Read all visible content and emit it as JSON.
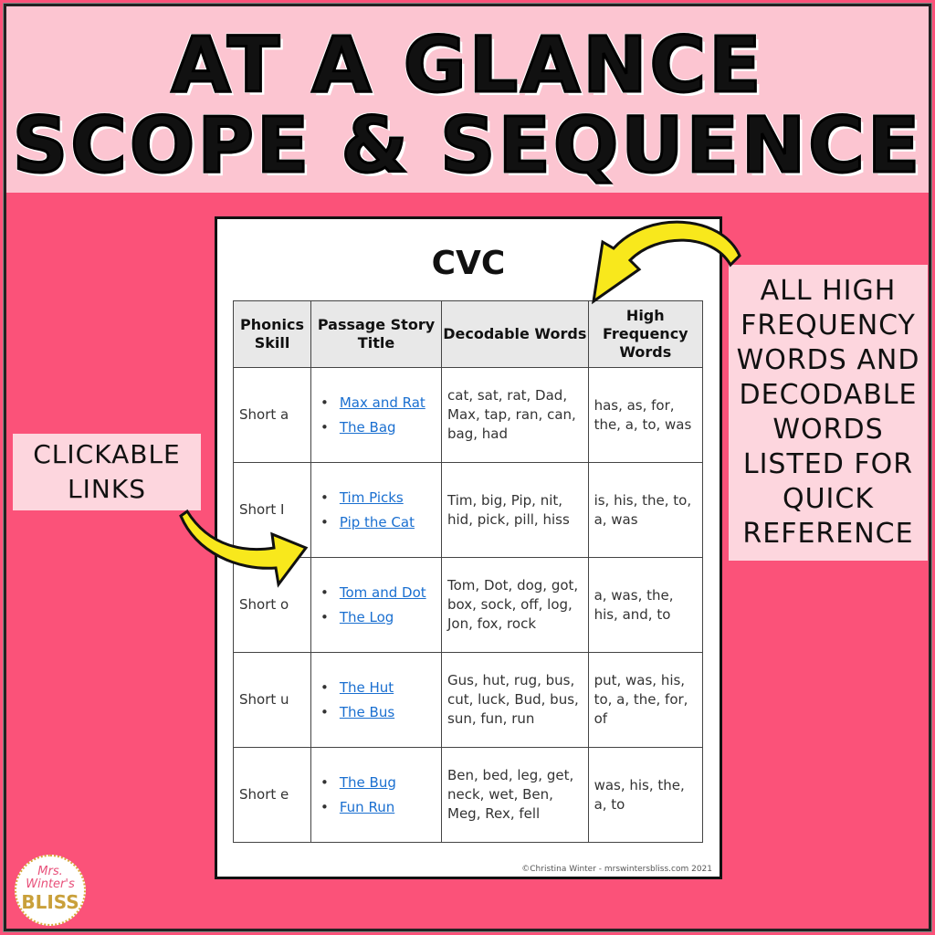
{
  "header": {
    "line1": "AT A GLANCE",
    "line2": "SCOPE & SEQUENCE"
  },
  "document": {
    "title": "CVC",
    "columns": [
      "Phonics Skill",
      "Passage Story Title",
      "Decodable Words",
      "High Frequency Words"
    ],
    "rows": [
      {
        "skill": "Short a",
        "stories": [
          "Max and Rat",
          "The Bag"
        ],
        "decodable": "cat, sat, rat, Dad, Max, tap, ran, can, bag, had",
        "hfw": "has, as, for, the, a, to, was"
      },
      {
        "skill": "Short I",
        "stories": [
          "Tim Picks",
          "Pip the Cat"
        ],
        "decodable": "Tim, big, Pip, nit, hid, pick, pill, hiss",
        "hfw": "is, his, the, to, a, was"
      },
      {
        "skill": "Short o",
        "stories": [
          "Tom and Dot",
          "The Log"
        ],
        "decodable": "Tom, Dot, dog, got, box, sock, off, log, Jon, fox, rock",
        "hfw": "a, was, the, his, and, to"
      },
      {
        "skill": "Short u",
        "stories": [
          "The Hut",
          "The Bus"
        ],
        "decodable": "Gus, hut, rug, bus, cut, luck, Bud, bus, sun, fun, run",
        "hfw": "put, was, his, to, a, the, for, of"
      },
      {
        "skill": "Short e",
        "stories": [
          "The Bug",
          "Fun Run"
        ],
        "decodable": "Ben, bed, leg, get, neck, wet, Ben, Meg, Rex, fell",
        "hfw": "was, his, the, a, to"
      }
    ],
    "copyright": "©Christina Winter - mrswintersbliss.com 2021"
  },
  "callouts": {
    "right": "ALL HIGH FREQUENCY WORDS AND DECODABLE WORDS LISTED FOR QUICK REFERENCE",
    "left": "CLICKABLE LINKS"
  },
  "logo": {
    "line1": "Mrs. Winter's",
    "line2": "BLISS"
  },
  "colors": {
    "top_band": "#fcc5d1",
    "background": "#fb5279",
    "callout": "#fdd6de",
    "arrow": "#f8e81c",
    "link": "#1a6fd0"
  }
}
